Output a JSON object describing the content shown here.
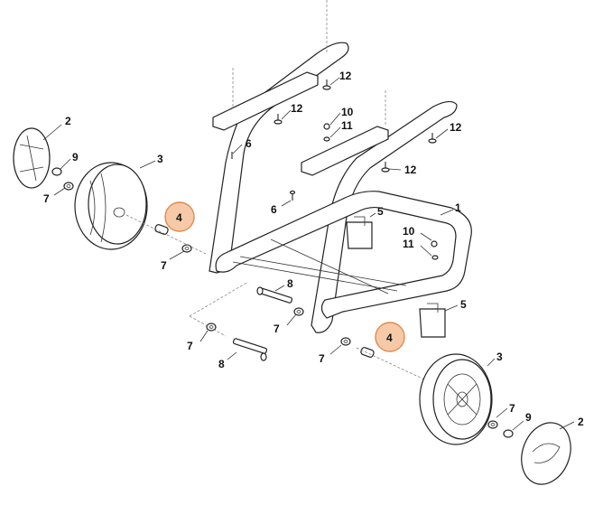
{
  "callouts": [
    {
      "id": "c-2-top",
      "text": "2"
    },
    {
      "id": "c-9-left",
      "text": "9"
    },
    {
      "id": "c-7-left",
      "text": "7"
    },
    {
      "id": "c-3-left",
      "text": "3"
    },
    {
      "id": "c-4-left",
      "text": "4",
      "highlighted": true
    },
    {
      "id": "c-7-mid",
      "text": "7"
    },
    {
      "id": "c-12-a",
      "text": "12"
    },
    {
      "id": "c-12-b",
      "text": "12"
    },
    {
      "id": "c-6-a",
      "text": "6"
    },
    {
      "id": "c-10-top",
      "text": "10"
    },
    {
      "id": "c-11-top",
      "text": "11"
    },
    {
      "id": "c-12-c",
      "text": "12"
    },
    {
      "id": "c-12-d",
      "text": "12"
    },
    {
      "id": "c-6-b",
      "text": "6"
    },
    {
      "id": "c-5-top",
      "text": "5"
    },
    {
      "id": "c-1",
      "text": "1"
    },
    {
      "id": "c-10-low",
      "text": "10"
    },
    {
      "id": "c-11-low",
      "text": "11"
    },
    {
      "id": "c-8-upper",
      "text": "8"
    },
    {
      "id": "c-7-upper-bolt",
      "text": "7"
    },
    {
      "id": "c-5-low",
      "text": "5"
    },
    {
      "id": "c-7-lower-left",
      "text": "7"
    },
    {
      "id": "c-8-lower",
      "text": "8"
    },
    {
      "id": "c-4-right",
      "text": "4",
      "highlighted": true
    },
    {
      "id": "c-7-lower-mid",
      "text": "7"
    },
    {
      "id": "c-3-right",
      "text": "3"
    },
    {
      "id": "c-7-right",
      "text": "7"
    },
    {
      "id": "c-9-right",
      "text": "9"
    },
    {
      "id": "c-2-right",
      "text": "2"
    }
  ],
  "colors": {
    "highlight_fill": "#f6c9a8",
    "highlight_stroke": "#e08a4c",
    "line": "#222222"
  }
}
